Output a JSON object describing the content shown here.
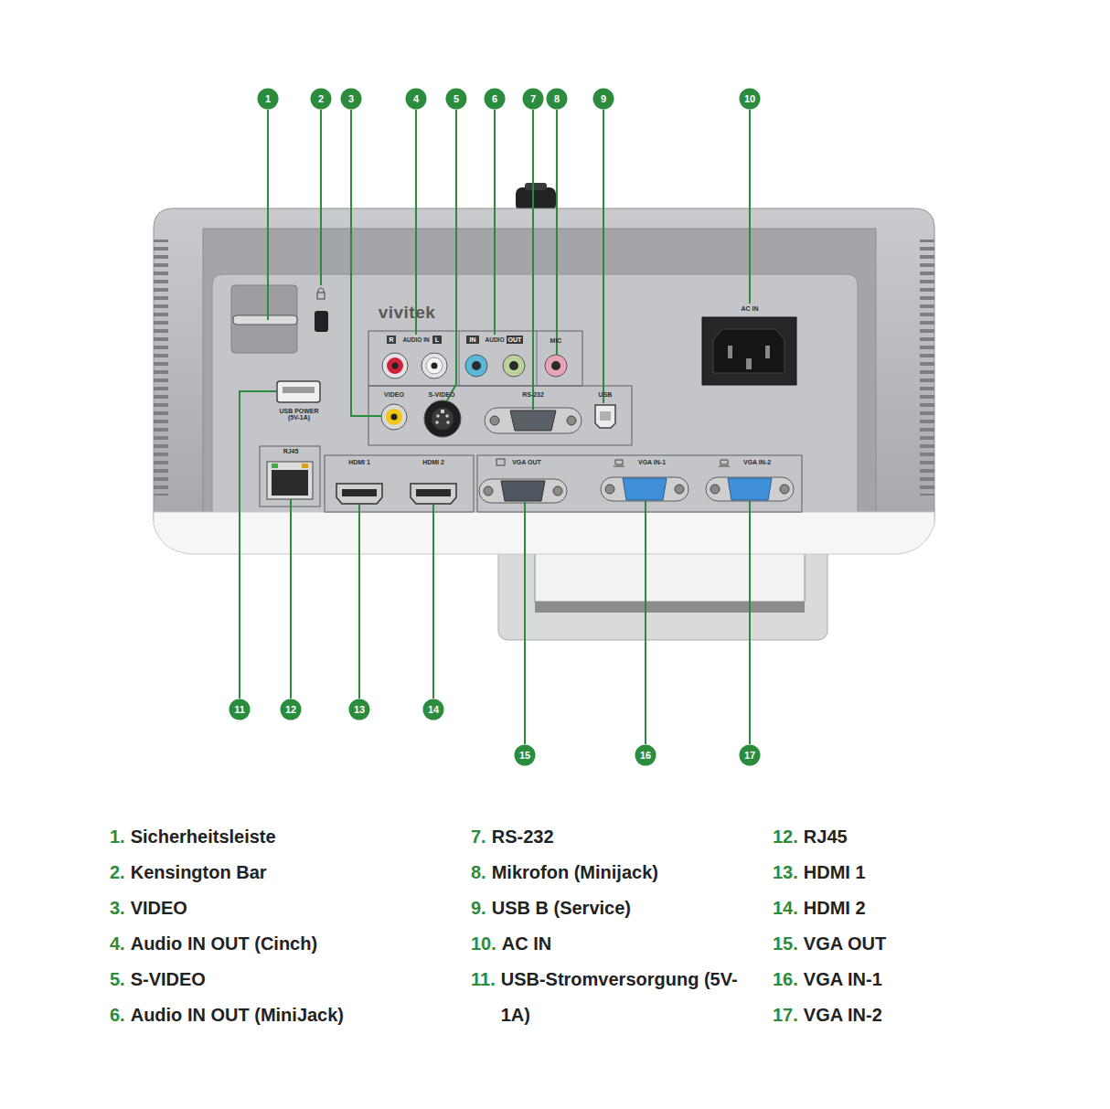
{
  "diagram": {
    "nodes": [
      {
        "text": [
          "1"
        ]
      },
      {
        "text": [
          "2"
        ]
      },
      {
        "text": [
          "3"
        ]
      },
      {
        "text": [
          "4"
        ]
      },
      {
        "text": [
          "5"
        ]
      },
      {
        "text": [
          "6"
        ]
      },
      {
        "text": [
          "7"
        ]
      },
      {
        "text": [
          "8"
        ]
      },
      {
        "text": [
          "9"
        ]
      },
      {
        "text": [
          "10"
        ]
      },
      {
        "text": [
          "11"
        ]
      },
      {
        "text": [
          "12"
        ]
      },
      {
        "text": [
          "13"
        ]
      },
      {
        "text": [
          "14"
        ]
      },
      {
        "text": [
          "15"
        ]
      },
      {
        "text": [
          "16"
        ]
      },
      {
        "text": [
          "17"
        ]
      }
    ],
    "labels": [
      "vivitek",
      "R",
      "AUDIO IN",
      "L",
      "IN",
      "AUDIO",
      "OUT",
      "MIC",
      "VIDEO",
      "S-VIDEO",
      "RS-232",
      "USB",
      "USB POWER (5V-1A)",
      "RJ45",
      "HDMI 1",
      "HDMI 2",
      "VGA OUT",
      "VGA IN-1",
      "VGA IN-2",
      "AC IN",
      "1.",
      "Sicherheitsleiste",
      "2.",
      "Kensington Bar",
      "3.",
      "VIDEO",
      "4.",
      "Audio IN OUT (Cinch)",
      "5.",
      "S-VIDEO",
      "6.",
      "Audio IN OUT (MiniJack)",
      "7.",
      "RS-232",
      "8.",
      "Mikrofon (Minijack)",
      "9.",
      "USB B (Service)",
      "10.",
      "AC IN",
      "11.",
      "USB-Stromversorgung (5V-1A)",
      "12.",
      "RJ45",
      "13.",
      "HDMI 1",
      "14.",
      "HDMI 2",
      "15.",
      "VGA OUT",
      "16.",
      "VGA IN-1",
      "17.",
      "VGA IN-2"
    ]
  }
}
